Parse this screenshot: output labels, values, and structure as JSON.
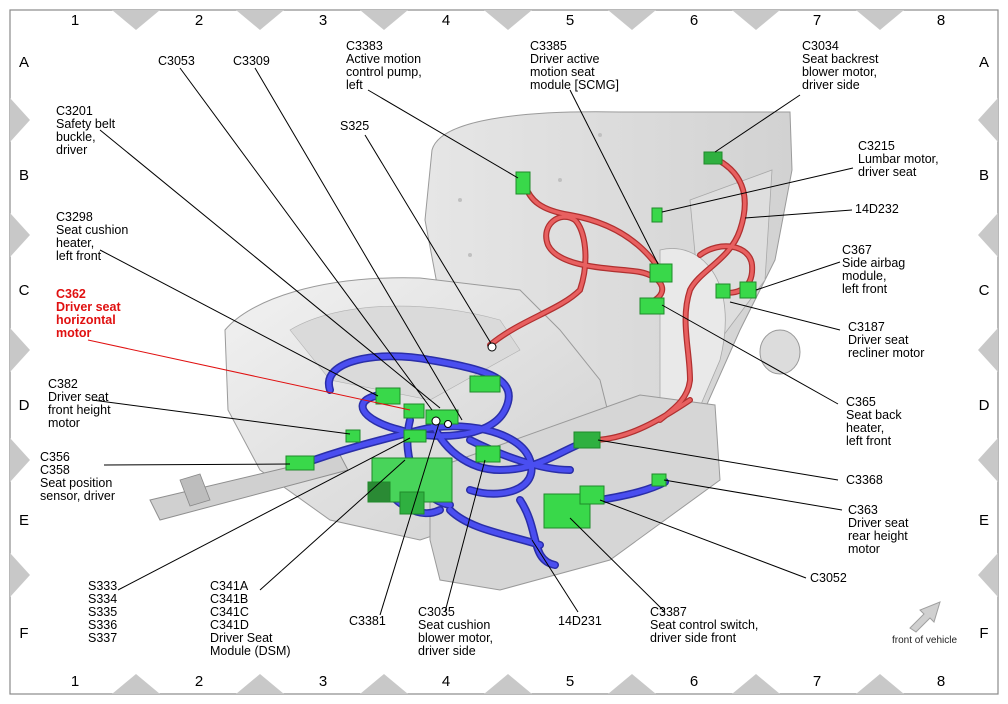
{
  "grid": {
    "columns": [
      "1",
      "2",
      "3",
      "4",
      "5",
      "6",
      "7",
      "8"
    ],
    "rows": [
      "A",
      "B",
      "C",
      "D",
      "E",
      "F"
    ]
  },
  "labels": {
    "c3053": [
      "C3053"
    ],
    "c3309": [
      "C3309"
    ],
    "c3383": [
      "C3383",
      "Active motion",
      "control pump,",
      "left"
    ],
    "c3385": [
      "C3385",
      "Driver active",
      "motion seat",
      "module [SCMG]"
    ],
    "c3034": [
      "C3034",
      "Seat backrest",
      "blower motor,",
      "driver side"
    ],
    "c3201": [
      "C3201",
      "Safety belt",
      "buckle,",
      "driver"
    ],
    "s325": [
      "S325"
    ],
    "c3215": [
      "C3215",
      "Lumbar motor,",
      "driver seat"
    ],
    "d14d232": [
      "14D232"
    ],
    "c3298": [
      "C3298",
      "Seat cushion",
      "heater,",
      "left front"
    ],
    "c367": [
      "C367",
      "Side airbag",
      "module,",
      "left front"
    ],
    "c362": [
      "C362",
      "Driver seat",
      "horizontal",
      "motor"
    ],
    "c3187": [
      "C3187",
      "Driver seat",
      "recliner motor"
    ],
    "c382": [
      "C382",
      "Driver seat",
      "front height",
      "motor"
    ],
    "c365": [
      "C365",
      "Seat back",
      "heater,",
      "left front"
    ],
    "c356": [
      "C356",
      "C358",
      "Seat position",
      "sensor, driver"
    ],
    "c3368": [
      "C3368"
    ],
    "c363": [
      "C363",
      "Driver seat",
      "rear height",
      "motor"
    ],
    "c3052": [
      "C3052"
    ],
    "s333": [
      "S333",
      "S334",
      "S335",
      "S336",
      "S337"
    ],
    "c341": [
      "C341A",
      "C341B",
      "C341C",
      "C341D",
      "Driver Seat",
      "Module (DSM)"
    ],
    "c3381": [
      "C3381"
    ],
    "c3035": [
      "C3035",
      "Seat cushion",
      "blower motor,",
      "driver side"
    ],
    "d14d231": [
      "14D231"
    ],
    "c3387": [
      "C3387",
      "Seat control switch,",
      "driver side front"
    ]
  },
  "orientation": {
    "label": "front of vehicle"
  },
  "colors": {
    "highlight": "#e01010",
    "harness_blue": "#3a3ee0",
    "harness_red": "#e04848",
    "connector_green": "#39d84a",
    "frame_grey": "#c8c8c8"
  }
}
